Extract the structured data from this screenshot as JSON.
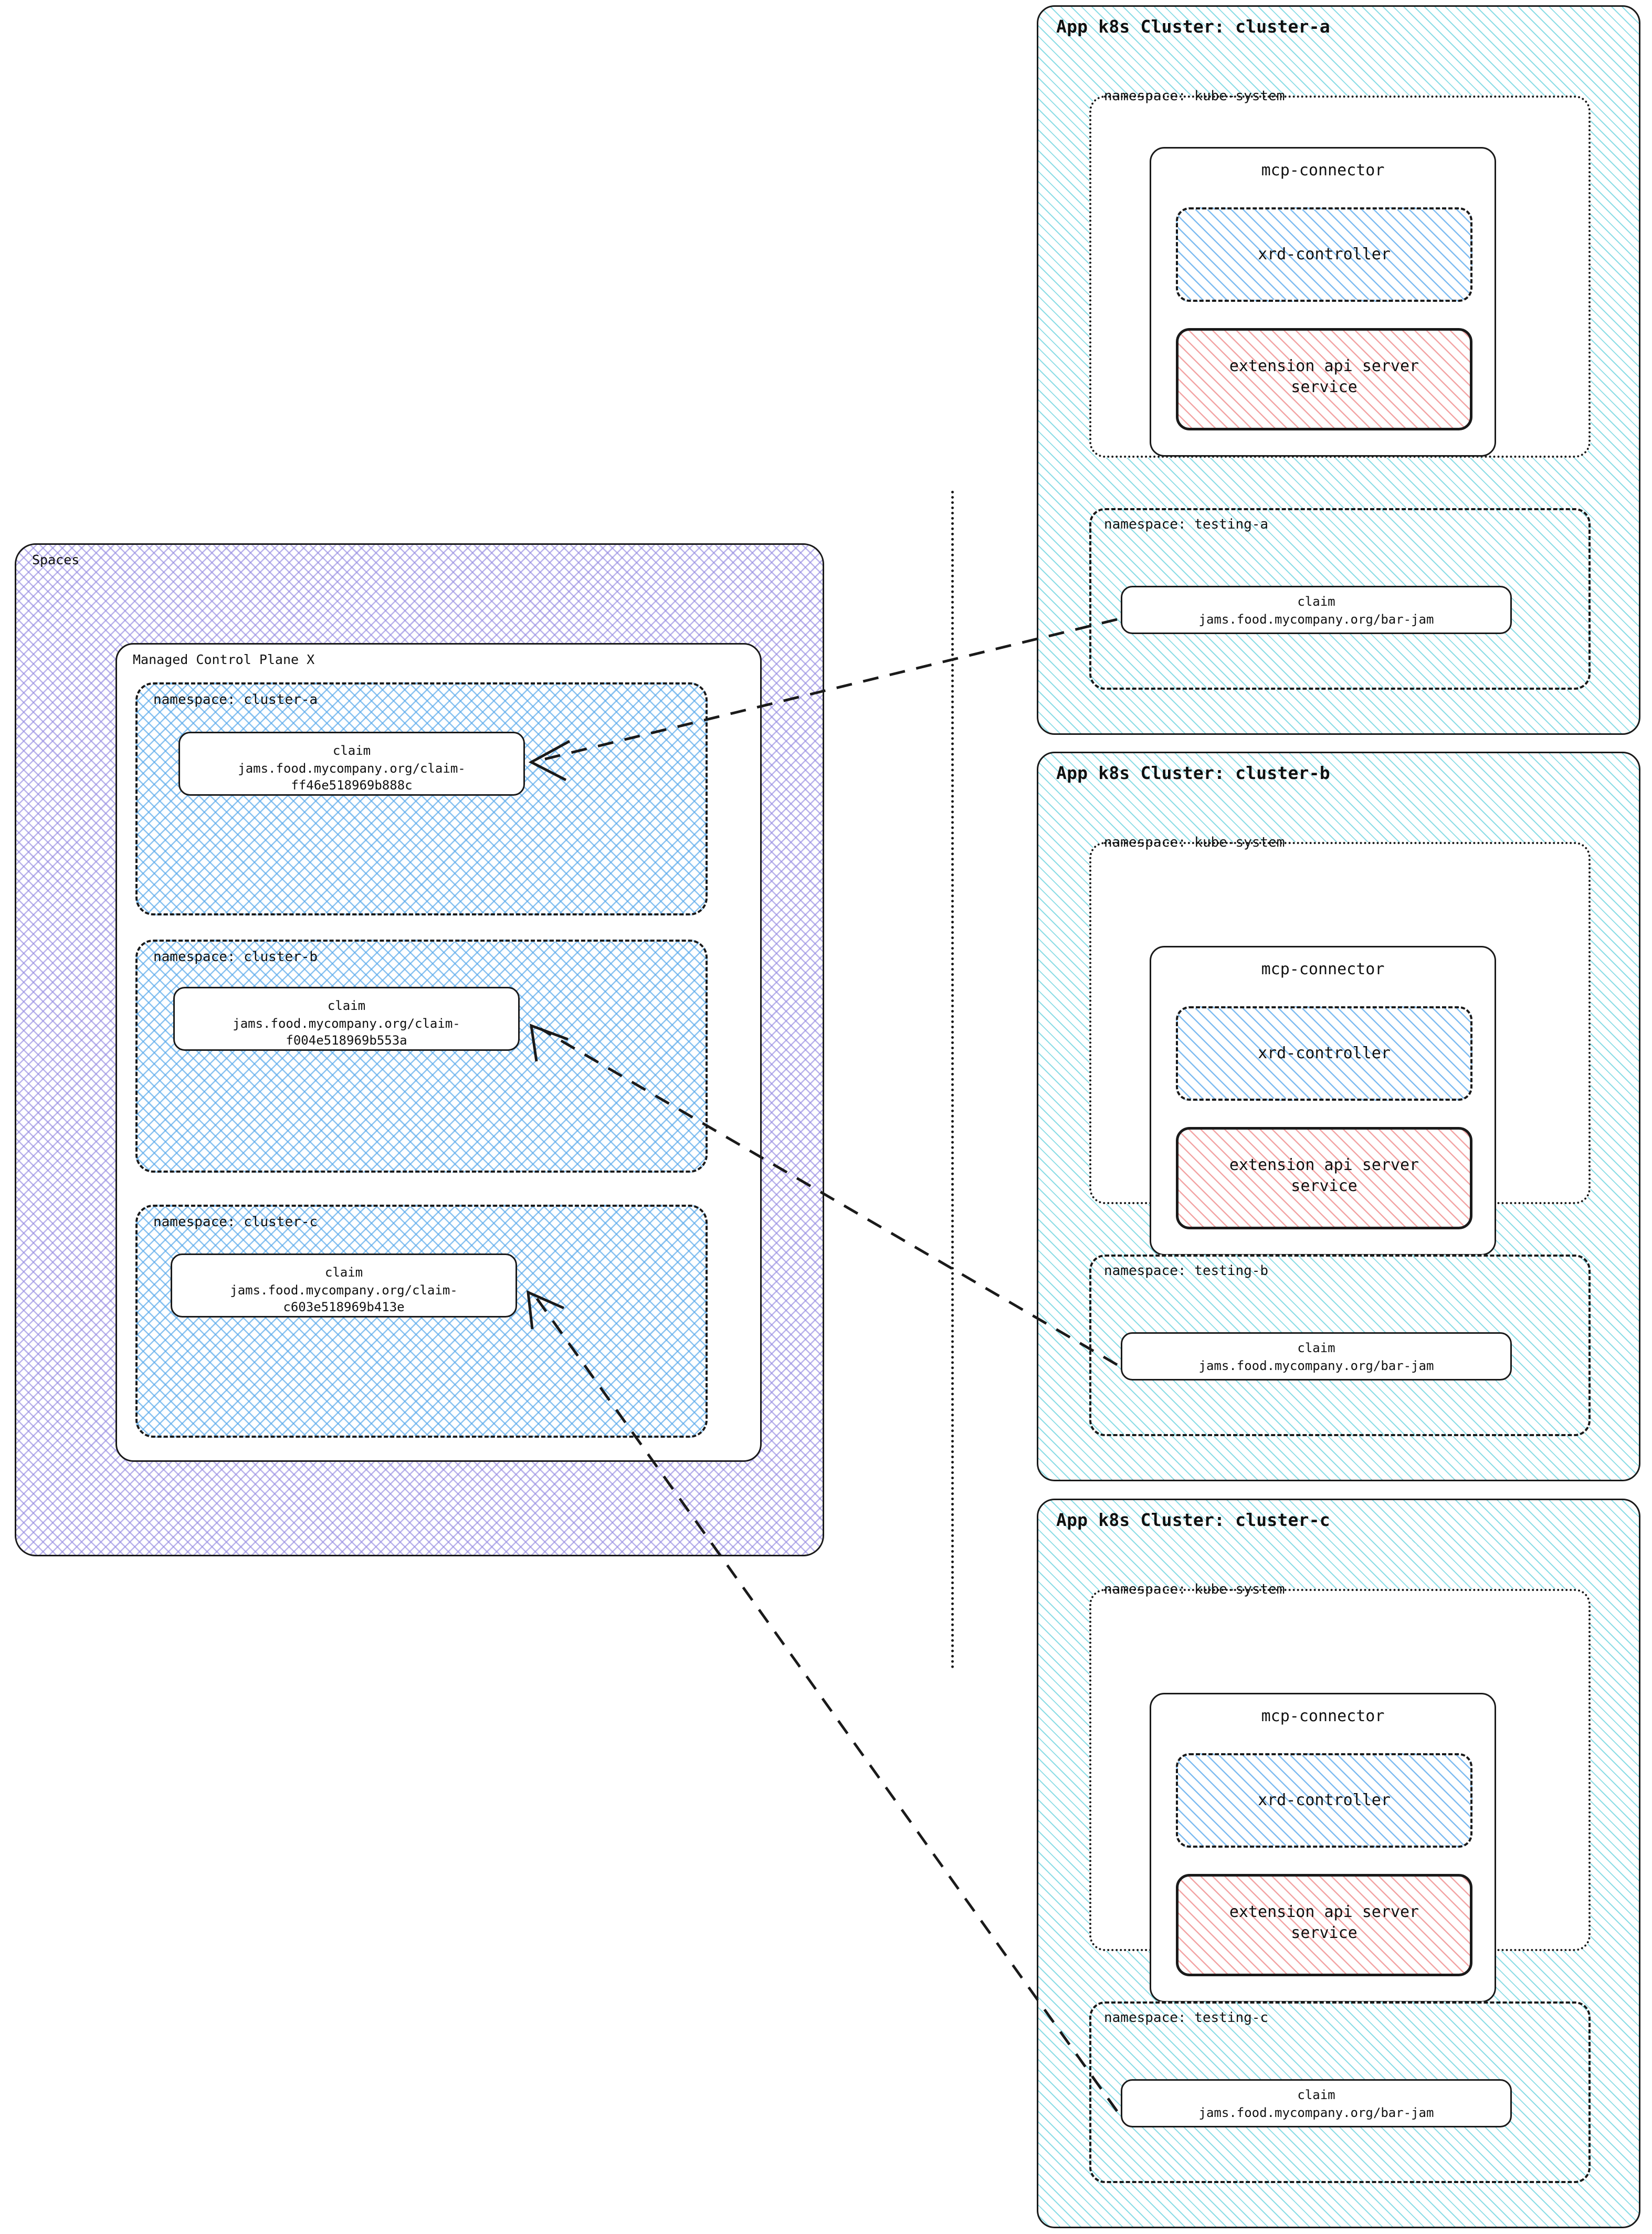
{
  "spaces": {
    "label": "Spaces",
    "control_plane": {
      "label": "Managed Control Plane X",
      "namespaces": [
        {
          "label": "namespace: cluster-a",
          "claim": {
            "kind": "claim",
            "ref": "jams.food.mycompany.org/claim-\nff46e518969b888c"
          }
        },
        {
          "label": "namespace: cluster-b",
          "claim": {
            "kind": "claim",
            "ref": "jams.food.mycompany.org/claim-\nf004e518969b553a"
          }
        },
        {
          "label": "namespace: cluster-c",
          "claim": {
            "kind": "claim",
            "ref": "jams.food.mycompany.org/claim-\nc603e518969b413e"
          }
        }
      ]
    }
  },
  "clusters": [
    {
      "title": "App k8s Cluster: cluster-a",
      "kube_system": {
        "label": "namespace: kube-system",
        "connector": {
          "label": "mcp-connector",
          "controller": "xrd-controller",
          "service": "extension api server\nservice"
        }
      },
      "testing": {
        "label": "namespace: testing-a",
        "claim": {
          "kind": "claim",
          "ref": "jams.food.mycompany.org/bar-jam"
        }
      }
    },
    {
      "title": "App k8s Cluster: cluster-b",
      "kube_system": {
        "label": "namespace: kube-system",
        "connector": {
          "label": "mcp-connector",
          "controller": "xrd-controller",
          "service": "extension api server\nservice"
        }
      },
      "testing": {
        "label": "namespace: testing-b",
        "claim": {
          "kind": "claim",
          "ref": "jams.food.mycompany.org/bar-jam"
        }
      }
    },
    {
      "title": "App k8s Cluster: cluster-c",
      "kube_system": {
        "label": "namespace: kube-system",
        "connector": {
          "label": "mcp-connector",
          "controller": "xrd-controller",
          "service": "extension api server\nservice"
        }
      },
      "testing": {
        "label": "namespace: testing-c",
        "claim": {
          "kind": "claim",
          "ref": "jams.food.mycompany.org/bar-jam"
        }
      }
    }
  ],
  "colors": {
    "spaces_hatch": "#968ce1",
    "namespace_hatch": "#5aaaeb",
    "cluster_hatch": "#78d7e1",
    "controller_hatch": "#78b9f0",
    "service_hatch": "#f2a0a0",
    "stroke": "#1a1a1a"
  }
}
